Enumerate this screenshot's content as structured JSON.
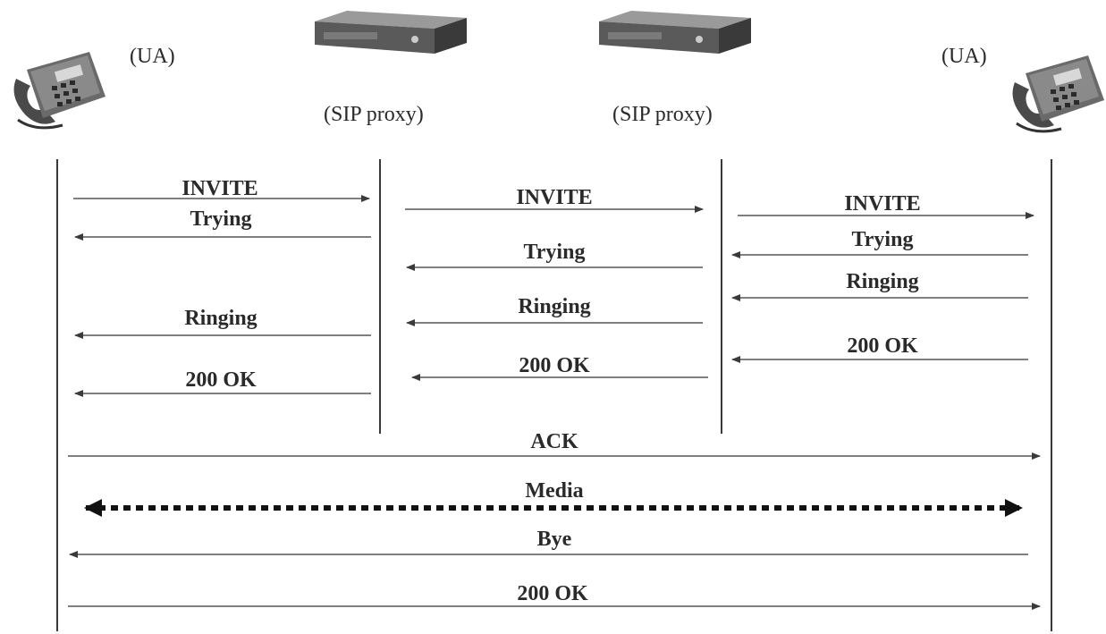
{
  "participants": {
    "ua_left": "(UA)",
    "proxy_1": "(SIP proxy)",
    "proxy_2": "(SIP proxy)",
    "ua_right": "(UA)"
  },
  "messages": {
    "m1": "INVITE",
    "m2": "Trying",
    "m3": "Ringing",
    "m4": "200 OK",
    "m5": "INVITE",
    "m6": "Trying",
    "m7": "Ringing",
    "m8": "200 OK",
    "m9": "INVITE",
    "m10": "Trying",
    "m11": "Ringing",
    "m12": "200 OK",
    "m13": "ACK",
    "m14": "Media",
    "m15": "Bye",
    "m16": "200 OK"
  },
  "icons": {
    "phone": "desk-phone-icon",
    "server": "sip-proxy-server-icon"
  },
  "colors": {
    "line": "#3a3a3a",
    "text": "#2a2a2a",
    "media": "#111111"
  }
}
